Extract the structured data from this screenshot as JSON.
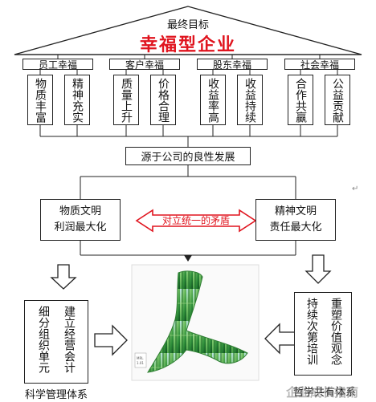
{
  "goal": {
    "label": "最终目标",
    "title": "幸福型企业",
    "title_color": "#e0141e"
  },
  "categories": [
    {
      "label": "员工幸福",
      "items": [
        "物质丰富",
        "精神充实"
      ]
    },
    {
      "label": "客户幸福",
      "items": [
        "质量上升",
        "价格合理"
      ]
    },
    {
      "label": "股东幸福",
      "items": [
        "收益率高",
        "收益持续"
      ]
    },
    {
      "label": "社会幸福",
      "items": [
        "合作共赢",
        "公益贡献"
      ]
    }
  ],
  "source": "源于公司的良性发展",
  "left_civ": {
    "line1": "物质文明",
    "line2": "利润最大化"
  },
  "right_civ": {
    "line1": "精神文明",
    "line2": "责任最大化"
  },
  "contradiction": {
    "label": "对立统一的矛盾",
    "color": "#e0141e"
  },
  "left_system": {
    "col1": "细分组织单元",
    "col2": "建立经营会计",
    "label": "科学管理体系"
  },
  "right_system": {
    "col1": "持续次第培训",
    "col2": "重塑价值观念",
    "label": "哲学共有体系"
  },
  "watermark": "企业成长指南"
}
